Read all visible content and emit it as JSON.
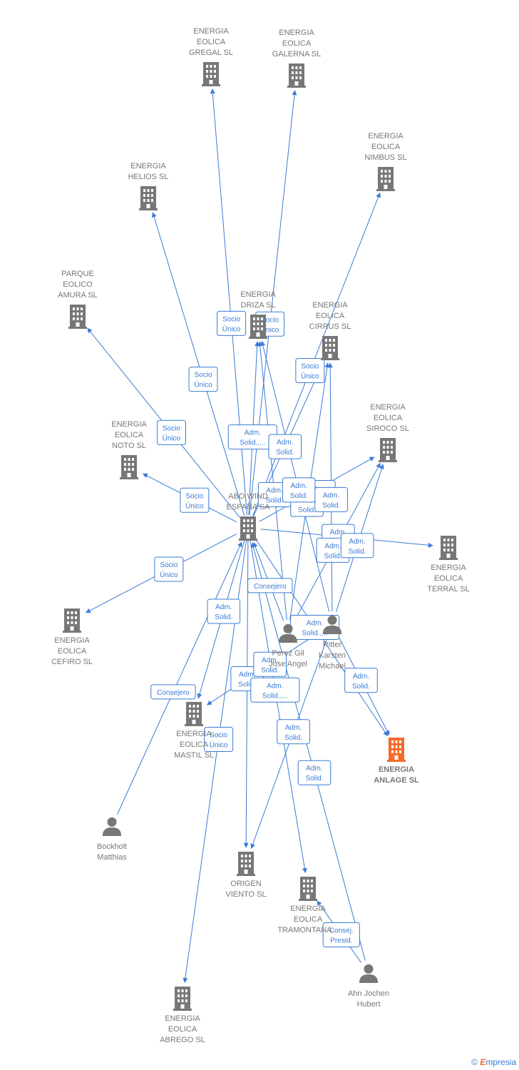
{
  "colors": {
    "edge": "#3a7bd5",
    "node": "#777777",
    "focus": "#f26b2d",
    "label": "#777777"
  },
  "nodes": [
    {
      "id": "gregal",
      "type": "company",
      "lines": [
        "ENERGIA",
        "EOLICA",
        "GREGAL  SL"
      ]
    },
    {
      "id": "galerna",
      "type": "company",
      "lines": [
        "ENERGIA",
        "EOLICA",
        "GALERNA  SL"
      ]
    },
    {
      "id": "nimbus",
      "type": "company",
      "lines": [
        "ENERGIA",
        "EOLICA",
        "NIMBUS SL"
      ]
    },
    {
      "id": "helios",
      "type": "company",
      "lines": [
        "ENERGIA",
        "HELIOS  SL"
      ]
    },
    {
      "id": "amura",
      "type": "company",
      "lines": [
        "PARQUE",
        "EOLICO",
        "AMURA SL"
      ]
    },
    {
      "id": "driza",
      "type": "company",
      "lines": [
        "ENERGIA",
        "DRIZA  SL"
      ]
    },
    {
      "id": "cirrus",
      "type": "company",
      "lines": [
        "ENERGIA",
        "EOLICA",
        "CIRRUS SL"
      ]
    },
    {
      "id": "noto",
      "type": "company",
      "lines": [
        "ENERGIA",
        "EOLICA",
        "NOTO  SL"
      ]
    },
    {
      "id": "siroco",
      "type": "company",
      "lines": [
        "ENERGIA",
        "EOLICA",
        "SIROCO  SL"
      ]
    },
    {
      "id": "abo",
      "type": "company",
      "lines": [
        "ABO WIND",
        "ESPAÑA SA"
      ]
    },
    {
      "id": "terral",
      "type": "company",
      "lines": [
        "ENERGIA",
        "EOLICA",
        "TERRAL  SL"
      ]
    },
    {
      "id": "cefiro",
      "type": "company",
      "lines": [
        "ENERGIA",
        "EOLICA",
        "CEFIRO  SL"
      ]
    },
    {
      "id": "perez",
      "type": "person",
      "lines": [
        "Perez Gil",
        "Jose Angel"
      ]
    },
    {
      "id": "karsten",
      "type": "person",
      "lines": [
        "Ritter",
        "Karsten",
        "Michael"
      ]
    },
    {
      "id": "mastil",
      "type": "company",
      "lines": [
        "ENERGIA",
        "EOLICA",
        "MASTIL SL"
      ]
    },
    {
      "id": "anlage",
      "type": "focus",
      "lines": [
        "ENERGIA",
        "ANLAGE  SL"
      ]
    },
    {
      "id": "bockholt",
      "type": "person",
      "lines": [
        "Bockholt",
        "Matthias"
      ]
    },
    {
      "id": "origen",
      "type": "company",
      "lines": [
        "ORIGEN",
        "VIENTO  SL"
      ]
    },
    {
      "id": "tramontana",
      "type": "company",
      "lines": [
        "ENERGIA",
        "EOLICA",
        "TRAMONTANA..."
      ]
    },
    {
      "id": "ahn",
      "type": "person",
      "lines": [
        "Ahn Jochen",
        "Hubert"
      ]
    },
    {
      "id": "abrego",
      "type": "company",
      "lines": [
        "ENERGIA",
        "EOLICA",
        "ABREGO  SL"
      ]
    }
  ],
  "edges": [
    {
      "from": "abo",
      "to": "gregal",
      "label": [
        "Socio",
        "Único"
      ]
    },
    {
      "from": "abo",
      "to": "galerna",
      "label": [
        "Socio",
        "Único"
      ]
    },
    {
      "from": "abo",
      "to": "helios",
      "label": [
        "Socio",
        "Único"
      ]
    },
    {
      "from": "abo",
      "to": "amura",
      "label": [
        "Socio",
        "Único"
      ]
    },
    {
      "from": "abo",
      "to": "nimbus",
      "label": [
        "Socio",
        "Único"
      ]
    },
    {
      "from": "abo",
      "to": "noto",
      "label": [
        "Socio",
        "Único"
      ]
    },
    {
      "from": "abo",
      "to": "cefiro",
      "label": [
        "Socio",
        "Único"
      ]
    },
    {
      "from": "abo",
      "to": "abrego",
      "label": [
        "Socio",
        "Único"
      ]
    },
    {
      "from": "abo",
      "to": "driza",
      "label": [
        "Adm.",
        "Solid.,..."
      ]
    },
    {
      "from": "abo",
      "to": "cirrus",
      "label": [
        "Adm.",
        "Solid."
      ]
    },
    {
      "from": "abo",
      "to": "siroco",
      "label": [
        "Adm.",
        "Solid.,..."
      ]
    },
    {
      "from": "abo",
      "to": "terral",
      "label": [
        "Adm.",
        "Solid."
      ]
    },
    {
      "from": "abo",
      "to": "mastil",
      "label": [
        "Adm.",
        "Solid."
      ]
    },
    {
      "from": "abo",
      "to": "origen",
      "label": [
        "Adm.",
        "Solid."
      ]
    },
    {
      "from": "abo",
      "to": "tramontana",
      "label": [
        "Adm.",
        "Solid.,..."
      ]
    },
    {
      "from": "abo",
      "to": "anlage",
      "label": [
        "Adm.",
        "Solid.,..."
      ]
    },
    {
      "from": "perez",
      "to": "abo",
      "label": [
        "Consejero"
      ]
    },
    {
      "from": "bockholt",
      "to": "abo",
      "label": [
        "Consejero"
      ]
    },
    {
      "from": "perez",
      "to": "driza",
      "label": [
        "Adm.",
        "Solid."
      ]
    },
    {
      "from": "perez",
      "to": "cirrus",
      "label": [
        "Adm.",
        "Solid."
      ]
    },
    {
      "from": "perez",
      "to": "siroco",
      "label": [
        "Adm.",
        "Solid."
      ]
    },
    {
      "from": "karsten",
      "to": "driza",
      "label": [
        "Adm.",
        "Solid."
      ]
    },
    {
      "from": "karsten",
      "to": "cirrus",
      "label": [
        "Adm.",
        "Solid."
      ]
    },
    {
      "from": "karsten",
      "to": "siroco",
      "label": [
        "Adm.",
        "Solid."
      ]
    },
    {
      "from": "karsten",
      "to": "mastil",
      "label": [
        "Adm.",
        "Solid."
      ]
    },
    {
      "from": "karsten",
      "to": "origen",
      "label": [
        "Adm.",
        "Solid."
      ]
    },
    {
      "from": "karsten",
      "to": "anlage",
      "label": [
        "Adm.",
        "Solid."
      ]
    },
    {
      "from": "ahn",
      "to": "tramontana",
      "label": [
        "Consej.",
        "Presid."
      ]
    },
    {
      "from": "ahn",
      "to": "abo",
      "label": [
        "Adm.",
        "Solid."
      ]
    }
  ],
  "brand": {
    "copyright": "©",
    "name": "mpresia",
    "initial": "E"
  }
}
